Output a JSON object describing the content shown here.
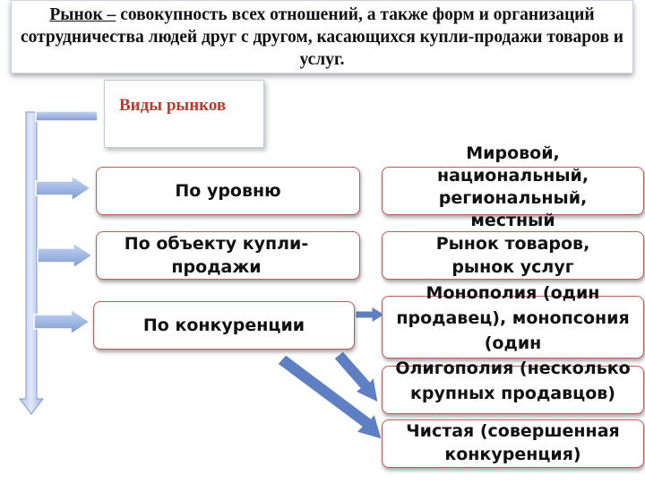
{
  "header": {
    "term": "Рынок –",
    "definition": " совокупность всех отношений, а также форм и организаций сотрудничества людей друг с другом, касающихся купли-продажи товаров и услуг."
  },
  "title": "Виды рынков",
  "criteria": [
    "По уровню",
    "По объекту купли-продажи",
    "По конкуренции"
  ],
  "outcomes": {
    "level": "Мировой, национальный, региональный, местный",
    "object": "Рынок товаров, рынок услуг",
    "monopoly": "Монополия (один продавец), монопсония (один",
    "oligopoly": "Олигополия (несколько крупных продавцов)",
    "pure": "Чистая (совершенная конкуренция)"
  },
  "colors": {
    "box_border": "#c05a58",
    "title_text": "#c0392b",
    "arrow_fill": "#7a97d1",
    "arrow_border": "#ffffff"
  }
}
